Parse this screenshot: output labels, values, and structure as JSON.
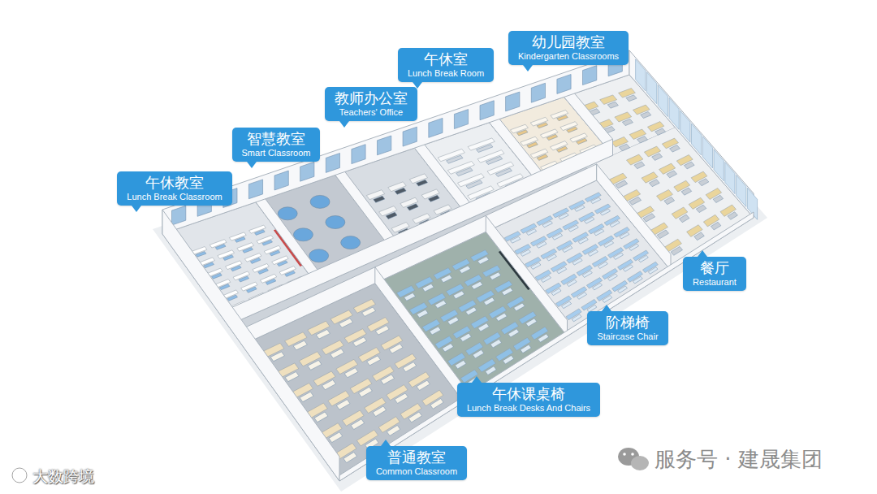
{
  "diagram": {
    "nodes": [
      {
        "text": [
          "幼儿园教室",
          "Kindergarten Classrooms"
        ]
      },
      {
        "text": [
          "午休室",
          "Lunch Break Room"
        ]
      },
      {
        "text": [
          "教师办公室",
          "Teachers' Office"
        ]
      },
      {
        "text": [
          "智慧教室",
          "Smart Classroom"
        ]
      },
      {
        "text": [
          "午休教室",
          "Lunch Break Classroom"
        ]
      },
      {
        "text": [
          "餐厅",
          "Restaurant"
        ]
      },
      {
        "text": [
          "阶梯椅",
          "Staircase Chair"
        ]
      },
      {
        "text": [
          "午休课桌椅",
          "Lunch Break Desks And Chairs"
        ]
      },
      {
        "text": [
          "普通教室",
          "Common Classroom"
        ]
      }
    ],
    "labels": [
      "大数跨境",
      "服务号 · 建晟集团"
    ]
  }
}
